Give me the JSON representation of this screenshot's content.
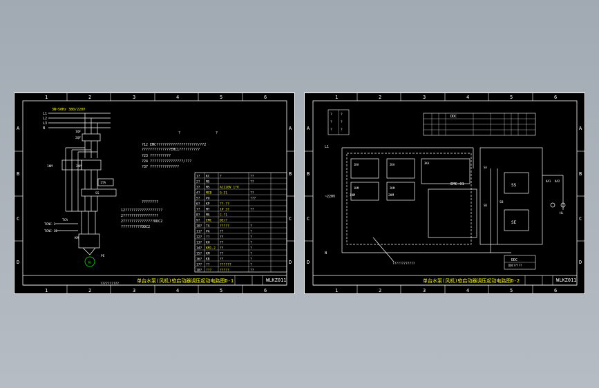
{
  "colors": {
    "background_top": "#a1aab3",
    "background_bottom": "#b6bcc3",
    "paper": "#000000",
    "line": "#ffffff",
    "yellow": "#ffff00",
    "cyan": "#00ffff"
  },
  "sheet1": {
    "col_numbers": [
      "1",
      "2",
      "3",
      "4",
      "5",
      "6"
    ],
    "row_letters": [
      "A",
      "B",
      "C",
      "D"
    ],
    "title": "单台水泵(风机)软启动器调压起动电路图D-1",
    "drawing_no": "WLKZ011",
    "left_note": "??????????",
    "supply_label": "3N~50Hz 380/220V",
    "phase_labels": [
      "L1",
      "L2",
      "L3",
      "N"
    ],
    "breaker_labels": [
      "1QF",
      "2QF"
    ],
    "contactor_labels": [
      "1KM",
      "2KM"
    ],
    "device_label": "SS",
    "relay_label": "1TA",
    "motor_label": "M",
    "pe_label": "PE",
    "meter_labels": [
      "TCA",
      "TCNC-1",
      "TCNC-12",
      "KM"
    ],
    "top_marks": [
      "?",
      "?"
    ],
    "notes": [
      "?12 EMC????????????????????/??2",
      "??????????????EMC1??????????",
      "?23 ??????????",
      "?24 ????????????????/???",
      "?37 ??????????????"
    ],
    "mid_note": "????????",
    "mid_notes": [
      "12??????????????????",
      "2?????????????????",
      "27??????????????DDC2",
      "??????????DDC2"
    ],
    "table": [
      [
        "1?",
        "KC",
        "?",
        "??"
      ],
      [
        "2?",
        "MS",
        "",
        "??"
      ],
      [
        "3?",
        "MS",
        "AC220V 1?V",
        ""
      ],
      [
        "4?",
        "MCB",
        "G-31",
        "??"
      ],
      [
        "5?",
        "PU",
        "",
        "???"
      ],
      [
        "6?",
        "KP",
        "??-??",
        ""
      ],
      [
        "7?",
        "MT",
        "1P 3?",
        "??"
      ],
      [
        "8?",
        "MS",
        "C-?1",
        ""
      ],
      [
        "9?",
        "EMC",
        "DE/?",
        ""
      ],
      [
        "10?",
        "TA",
        "?????",
        "?"
      ],
      [
        "11?",
        "PA",
        "??",
        "?"
      ],
      [
        "12?",
        "??",
        "??",
        "?"
      ],
      [
        "13?",
        "KH",
        "??",
        "?"
      ],
      [
        "14?",
        "KM1-2",
        "??",
        "?"
      ],
      [
        "15?",
        "KM",
        "??",
        "?"
      ],
      [
        "16?",
        "KB",
        "??",
        "?"
      ],
      [
        "17?",
        "??",
        "??????",
        "?"
      ],
      [
        "18?",
        "???",
        "?????",
        "??"
      ]
    ]
  },
  "sheet2": {
    "col_numbers": [
      "1",
      "2",
      "3",
      "4",
      "5",
      "6"
    ],
    "row_letters": [
      "A",
      "B",
      "C",
      "D"
    ],
    "title": "单台水泵(风机)软启动器调压起动电路图D-2",
    "drawing_no": "WLKZ011",
    "header_marks": [
      "?",
      "?",
      "?",
      "?",
      "?",
      "?"
    ],
    "table_header": "DDC",
    "labels": {
      "l1": "L1",
      "n": "N",
      "supply": "~220V",
      "emc": "EMC-01",
      "ss": "SS",
      "se": "SE",
      "ddc": "DDC",
      "ddc2": "DDC?????",
      "bottom_note": "????????????",
      "sb": "SB",
      "km1": "1KM",
      "km2": "2KM",
      "hl": "HL"
    },
    "box_labels": [
      "1KA",
      "2KA",
      "3KA",
      "SA",
      "SB",
      "1KM",
      "2KM",
      "KA1",
      "KA2"
    ]
  }
}
